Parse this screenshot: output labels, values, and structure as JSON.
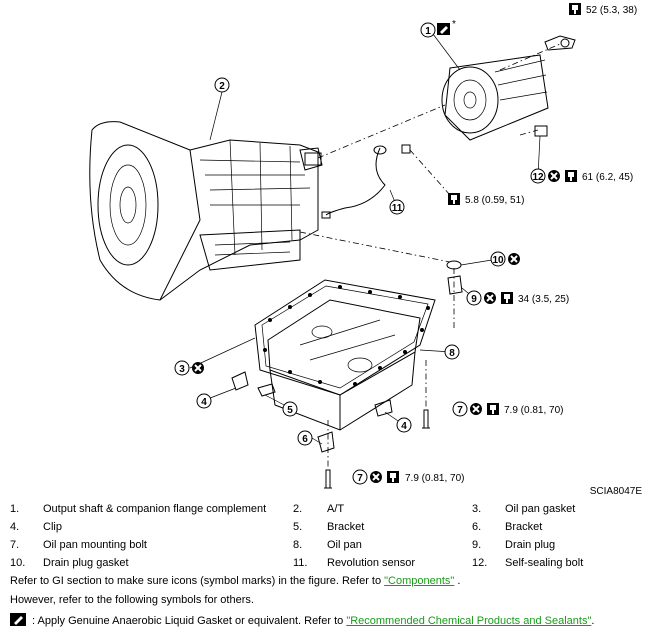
{
  "figure_code": "SCIA8047E",
  "callouts": [
    {
      "num": "1",
      "mark": "*"
    },
    {
      "num": "2"
    },
    {
      "num": "3"
    },
    {
      "num": "4"
    },
    {
      "num": "4"
    },
    {
      "num": "5"
    },
    {
      "num": "6"
    },
    {
      "num": "7",
      "torque": "7.9 (0.81, 70)"
    },
    {
      "num": "7",
      "torque": "7.9 (0.81, 70)"
    },
    {
      "num": "8"
    },
    {
      "num": "9",
      "torque": "34 (3.5, 25)"
    },
    {
      "num": "10"
    },
    {
      "num": "11"
    },
    {
      "num": "12",
      "torque": "61 (6.2, 45)"
    }
  ],
  "torques": {
    "top_right": "52 (5.3, 38)",
    "sensor": "5.8 (0.59, 51)"
  },
  "legend": [
    {
      "num": "1.",
      "name": "Output shaft & companion flange complement"
    },
    {
      "num": "2.",
      "name": "A/T"
    },
    {
      "num": "3.",
      "name": "Oil pan gasket"
    },
    {
      "num": "4.",
      "name": "Clip"
    },
    {
      "num": "5.",
      "name": "Bracket"
    },
    {
      "num": "6.",
      "name": "Bracket"
    },
    {
      "num": "7.",
      "name": "Oil pan mounting bolt"
    },
    {
      "num": "8.",
      "name": "Oil pan"
    },
    {
      "num": "9.",
      "name": "Drain plug"
    },
    {
      "num": "10.",
      "name": "Drain plug gasket"
    },
    {
      "num": "11.",
      "name": "Revolution sensor"
    },
    {
      "num": "12.",
      "name": "Self-sealing bolt"
    }
  ],
  "notes": {
    "line1_text": "Refer to GI section to make sure icons (symbol marks) in the figure. Refer to",
    "line1_link": "\"Components\"",
    "line1_end": ".",
    "line2_text": "However, refer to the following symbols for others.",
    "line3_text": ":  Apply Genuine Anaerobic Liquid Gasket or equivalent. Refer to",
    "line3_link": "\"Recommended Chemical Products and Sealants\"",
    "line3_end": "."
  },
  "icons": [
    "wrench-torque-icon",
    "do-not-reuse-icon",
    "liquid-gasket-icon"
  ]
}
